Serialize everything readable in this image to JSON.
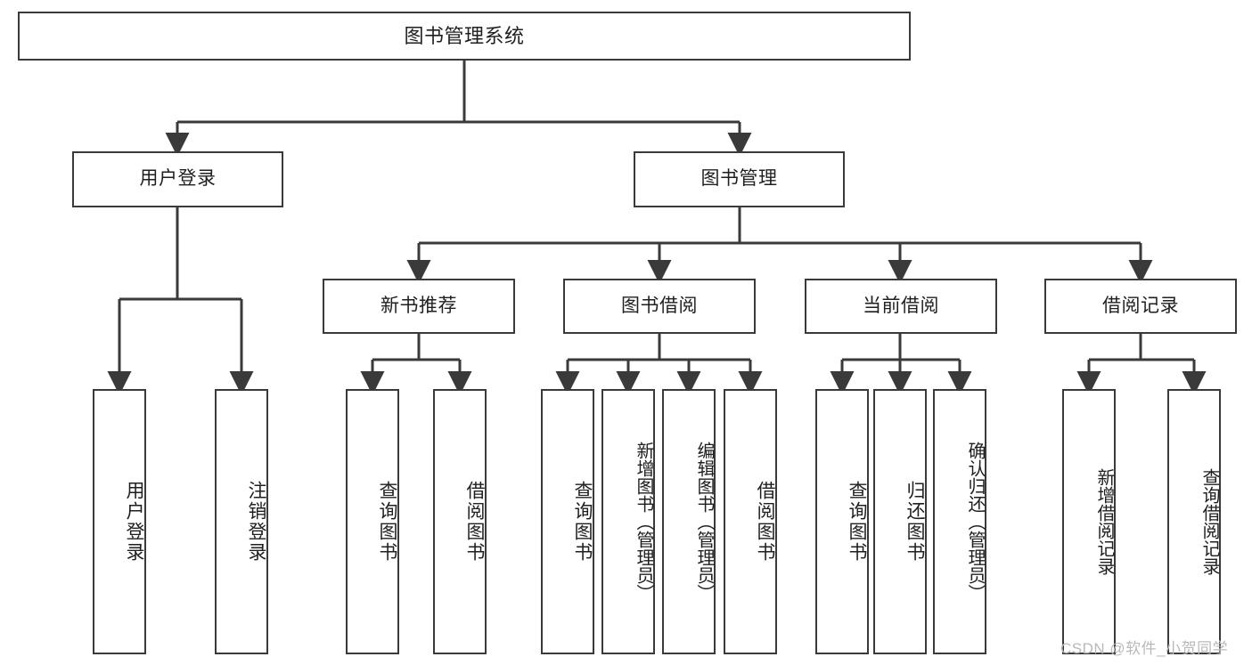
{
  "diagram": {
    "title": "图书管理系统",
    "type": "tree-hierarchy-chart",
    "root": {
      "label": "图书管理系统"
    },
    "level2": [
      {
        "label": "用户登录"
      },
      {
        "label": "图书管理"
      }
    ],
    "level3": [
      {
        "label": "新书推荐"
      },
      {
        "label": "图书借阅"
      },
      {
        "label": "当前借阅"
      },
      {
        "label": "借阅记录"
      }
    ],
    "leaves": {
      "user_login": [
        {
          "label": "用户登录"
        },
        {
          "label": "注销登录"
        }
      ],
      "new_book_recommend": [
        {
          "label": "查询图书"
        },
        {
          "label": "借阅图书"
        }
      ],
      "book_borrow": [
        {
          "label": "查询图书"
        },
        {
          "label": "新增图书（管理员）"
        },
        {
          "label": "编辑图书（管理员）"
        },
        {
          "label": "借阅图书"
        }
      ],
      "current_borrow": [
        {
          "label": "查询图书"
        },
        {
          "label": "归还图书"
        },
        {
          "label": "确认归还（管理员）"
        }
      ],
      "borrow_record": [
        {
          "label": "新增借阅记录"
        },
        {
          "label": "查询借阅记录"
        }
      ]
    }
  },
  "watermark": {
    "text": "CSDN @软件_小贺同学"
  },
  "colors": {
    "stroke": "#3a3a3a",
    "text": "#1f1f1f",
    "background": "#ffffff",
    "watermark": "#b9b9b9"
  }
}
